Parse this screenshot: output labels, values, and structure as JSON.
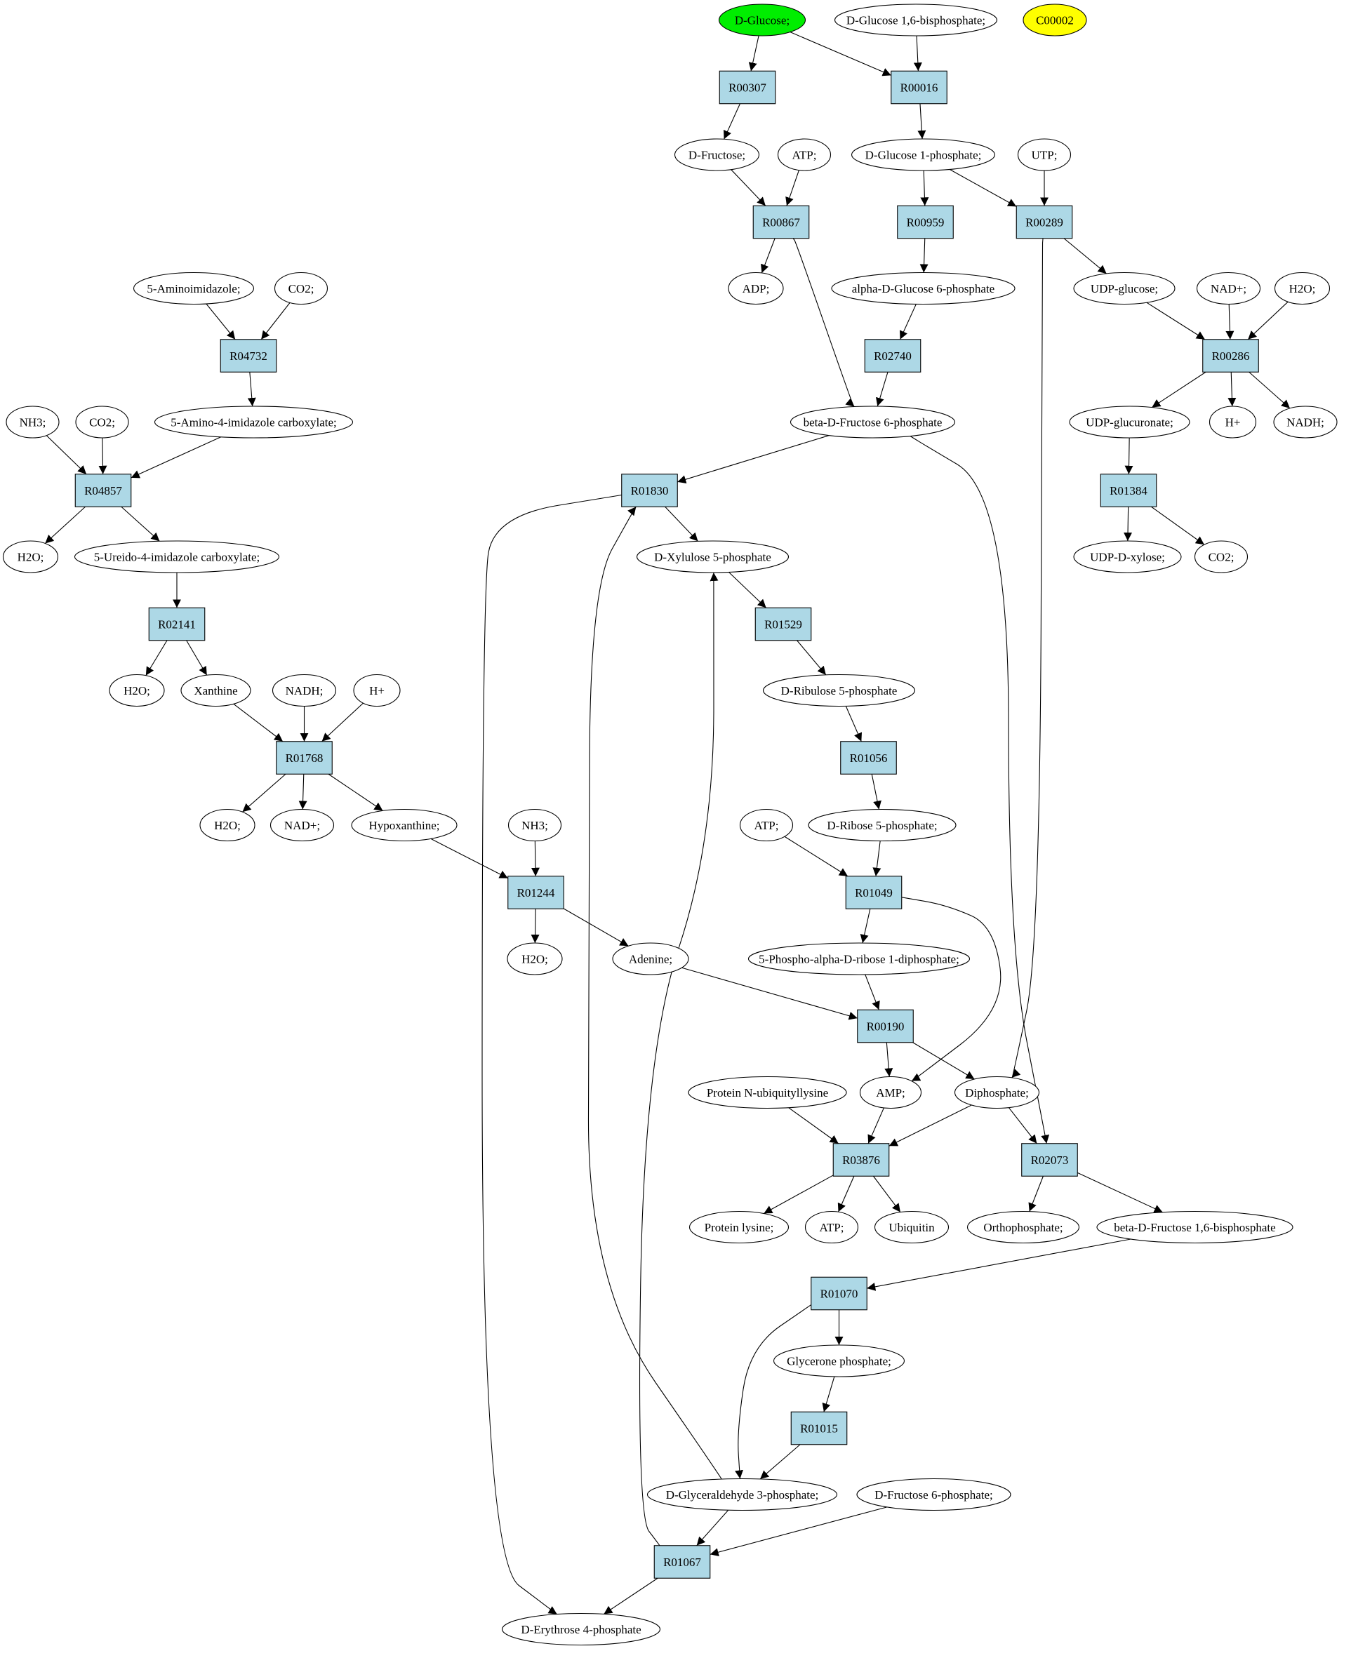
{
  "compounds": [
    {
      "id": "glc",
      "label": "D-Glucose;",
      "fill": "#00ee00"
    },
    {
      "id": "g16bp",
      "label": "D-Glucose 1,6-bisphosphate;"
    },
    {
      "id": "c00002",
      "label": "C00002",
      "fill": "#ffff00"
    },
    {
      "id": "fru",
      "label": "D-Fructose;"
    },
    {
      "id": "atp1",
      "label": "ATP;"
    },
    {
      "id": "g1p",
      "label": "D-Glucose 1-phosphate;"
    },
    {
      "id": "utp",
      "label": "UTP;"
    },
    {
      "id": "adp",
      "label": "ADP;"
    },
    {
      "id": "ag6p",
      "label": "alpha-D-Glucose 6-phosphate"
    },
    {
      "id": "udpglc",
      "label": "UDP-glucose;"
    },
    {
      "id": "nadp1",
      "label": "NAD+;"
    },
    {
      "id": "h2o_a",
      "label": "H2O;"
    },
    {
      "id": "aic",
      "label": "5-Aminoimidazole;"
    },
    {
      "id": "co2_a",
      "label": "CO2;"
    },
    {
      "id": "aicx",
      "label": "5-Amino-4-imidazole carboxylate;"
    },
    {
      "id": "nh3_a",
      "label": "NH3;"
    },
    {
      "id": "co2_b",
      "label": "CO2;"
    },
    {
      "id": "bf6p",
      "label": "beta-D-Fructose 6-phosphate"
    },
    {
      "id": "udpgla",
      "label": "UDP-glucuronate;"
    },
    {
      "id": "hplus1",
      "label": "H+"
    },
    {
      "id": "nadh1",
      "label": "NADH;"
    },
    {
      "id": "h2o_b",
      "label": "H2O;"
    },
    {
      "id": "uicx",
      "label": "5-Ureido-4-imidazole carboxylate;"
    },
    {
      "id": "xu5p",
      "label": "D-Xylulose 5-phosphate"
    },
    {
      "id": "udpxyl",
      "label": "UDP-D-xylose;"
    },
    {
      "id": "co2_c",
      "label": "CO2;"
    },
    {
      "id": "h2o_c",
      "label": "H2O;"
    },
    {
      "id": "xan",
      "label": "Xanthine"
    },
    {
      "id": "nadh2",
      "label": "NADH;"
    },
    {
      "id": "hplus2",
      "label": "H+"
    },
    {
      "id": "ru5p",
      "label": "D-Ribulose 5-phosphate"
    },
    {
      "id": "h2o_d",
      "label": "H2O;"
    },
    {
      "id": "nadp2",
      "label": "NAD+;"
    },
    {
      "id": "hyp",
      "label": "Hypoxanthine;"
    },
    {
      "id": "nh3_b",
      "label": "NH3;"
    },
    {
      "id": "atp2",
      "label": "ATP;"
    },
    {
      "id": "r5p",
      "label": "D-Ribose 5-phosphate;"
    },
    {
      "id": "h2o_e",
      "label": "H2O;"
    },
    {
      "id": "ade",
      "label": "Adenine;"
    },
    {
      "id": "prpp",
      "label": "5-Phospho-alpha-D-ribose 1-diphosphate;"
    },
    {
      "id": "pnub",
      "label": "Protein N-ubiquityllysine"
    },
    {
      "id": "amp",
      "label": "AMP;"
    },
    {
      "id": "ppi",
      "label": "Diphosphate;"
    },
    {
      "id": "plys",
      "label": "Protein lysine;"
    },
    {
      "id": "atp3",
      "label": "ATP;"
    },
    {
      "id": "ubq",
      "label": "Ubiquitin"
    },
    {
      "id": "pi",
      "label": "Orthophosphate;"
    },
    {
      "id": "fbp",
      "label": "beta-D-Fructose 1,6-bisphosphate"
    },
    {
      "id": "dhap",
      "label": "Glycerone phosphate;"
    },
    {
      "id": "gap",
      "label": "D-Glyceraldehyde 3-phosphate;"
    },
    {
      "id": "f6p",
      "label": "D-Fructose 6-phosphate;"
    },
    {
      "id": "e4p",
      "label": "D-Erythrose 4-phosphate"
    }
  ],
  "reactions": [
    {
      "id": "R00307",
      "label": "R00307"
    },
    {
      "id": "R00016",
      "label": "R00016"
    },
    {
      "id": "R00867",
      "label": "R00867"
    },
    {
      "id": "R00959",
      "label": "R00959"
    },
    {
      "id": "R00289",
      "label": "R00289"
    },
    {
      "id": "R04732",
      "label": "R04732"
    },
    {
      "id": "R02740",
      "label": "R02740"
    },
    {
      "id": "R00286",
      "label": "R00286"
    },
    {
      "id": "R04857",
      "label": "R04857"
    },
    {
      "id": "R01830",
      "label": "R01830"
    },
    {
      "id": "R01384",
      "label": "R01384"
    },
    {
      "id": "R02141",
      "label": "R02141"
    },
    {
      "id": "R01529",
      "label": "R01529"
    },
    {
      "id": "R01768",
      "label": "R01768"
    },
    {
      "id": "R01056",
      "label": "R01056"
    },
    {
      "id": "R01244",
      "label": "R01244"
    },
    {
      "id": "R01049",
      "label": "R01049"
    },
    {
      "id": "R00190",
      "label": "R00190"
    },
    {
      "id": "R03876",
      "label": "R03876"
    },
    {
      "id": "R02073",
      "label": "R02073"
    },
    {
      "id": "R01070",
      "label": "R01070"
    },
    {
      "id": "R01015",
      "label": "R01015"
    },
    {
      "id": "R01067",
      "label": "R01067"
    }
  ],
  "edges": [
    [
      "glc",
      "R00307"
    ],
    [
      "glc",
      "R00016"
    ],
    [
      "g16bp",
      "R00016"
    ],
    [
      "R00307",
      "fru"
    ],
    [
      "R00016",
      "g1p"
    ],
    [
      "fru",
      "R00867"
    ],
    [
      "atp1",
      "R00867"
    ],
    [
      "g1p",
      "R00959"
    ],
    [
      "g1p",
      "R00289"
    ],
    [
      "utp",
      "R00289"
    ],
    [
      "R00867",
      "adp"
    ],
    [
      "R00867",
      "bf6p"
    ],
    [
      "R00959",
      "ag6p"
    ],
    [
      "ag6p",
      "R02740"
    ],
    [
      "R02740",
      "bf6p"
    ],
    [
      "R00289",
      "udpglc"
    ],
    [
      "R00289",
      "ppi"
    ],
    [
      "udpglc",
      "R00286"
    ],
    [
      "nadp1",
      "R00286"
    ],
    [
      "h2o_a",
      "R00286"
    ],
    [
      "R00286",
      "udpgla"
    ],
    [
      "R00286",
      "hplus1"
    ],
    [
      "R00286",
      "nadh1"
    ],
    [
      "udpgla",
      "R01384"
    ],
    [
      "R01384",
      "udpxyl"
    ],
    [
      "R01384",
      "co2_c"
    ],
    [
      "aic",
      "R04732"
    ],
    [
      "co2_a",
      "R04732"
    ],
    [
      "R04732",
      "aicx"
    ],
    [
      "nh3_a",
      "R04857"
    ],
    [
      "co2_b",
      "R04857"
    ],
    [
      "aicx",
      "R04857"
    ],
    [
      "R04857",
      "h2o_b"
    ],
    [
      "R04857",
      "uicx"
    ],
    [
      "uicx",
      "R02141"
    ],
    [
      "R02141",
      "h2o_c"
    ],
    [
      "R02141",
      "xan"
    ],
    [
      "xan",
      "R01768"
    ],
    [
      "nadh2",
      "R01768"
    ],
    [
      "hplus2",
      "R01768"
    ],
    [
      "R01768",
      "h2o_d"
    ],
    [
      "R01768",
      "nadp2"
    ],
    [
      "R01768",
      "hyp"
    ],
    [
      "hyp",
      "R01244"
    ],
    [
      "nh3_b",
      "R01244"
    ],
    [
      "R01244",
      "h2o_e"
    ],
    [
      "R01244",
      "ade"
    ],
    [
      "bf6p",
      "R01830"
    ],
    [
      "bf6p",
      "R02073"
    ],
    [
      "R01830",
      "xu5p"
    ],
    [
      "R01830",
      "e4p"
    ],
    [
      "xu5p",
      "R01529"
    ],
    [
      "R01529",
      "ru5p"
    ],
    [
      "ru5p",
      "R01056"
    ],
    [
      "R01056",
      "r5p"
    ],
    [
      "atp2",
      "R01049"
    ],
    [
      "r5p",
      "R01049"
    ],
    [
      "R01049",
      "prpp"
    ],
    [
      "R01049",
      "amp"
    ],
    [
      "ade",
      "R00190"
    ],
    [
      "prpp",
      "R00190"
    ],
    [
      "R00190",
      "amp"
    ],
    [
      "R00190",
      "ppi"
    ],
    [
      "pnub",
      "R03876"
    ],
    [
      "amp",
      "R03876"
    ],
    [
      "ppi",
      "R03876"
    ],
    [
      "R03876",
      "plys"
    ],
    [
      "R03876",
      "atp3"
    ],
    [
      "R03876",
      "ubq"
    ],
    [
      "ppi",
      "R02073"
    ],
    [
      "R02073",
      "pi"
    ],
    [
      "R02073",
      "fbp"
    ],
    [
      "fbp",
      "R01070"
    ],
    [
      "R01070",
      "dhap"
    ],
    [
      "R01070",
      "gap"
    ],
    [
      "dhap",
      "R01015"
    ],
    [
      "R01015",
      "gap"
    ],
    [
      "gap",
      "R01830"
    ],
    [
      "gap",
      "R01067"
    ],
    [
      "f6p",
      "R01067"
    ],
    [
      "R01067",
      "xu5p"
    ],
    [
      "R01067",
      "e4p"
    ]
  ]
}
